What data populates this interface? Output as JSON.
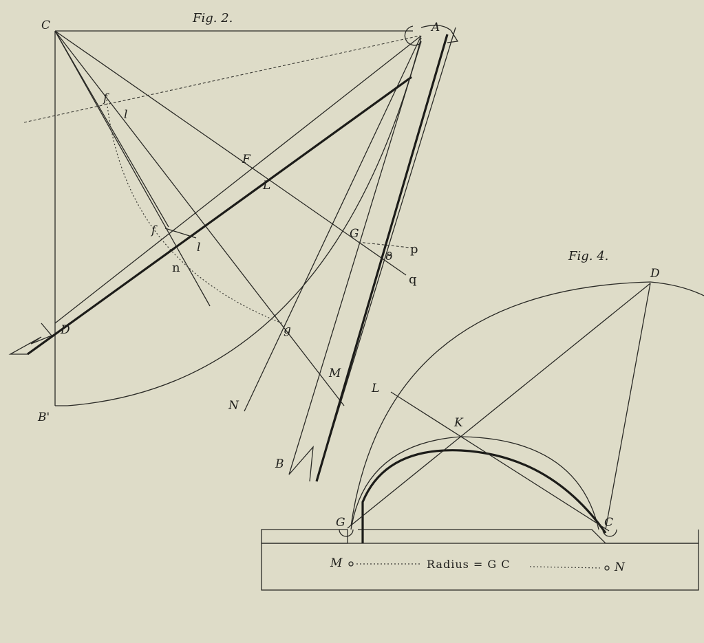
{
  "fig2": {
    "title": "Fig. 2.",
    "labels": {
      "C": "C",
      "A": "A",
      "D": "D",
      "B1": "B'",
      "B": "B",
      "F": "F",
      "L": "L",
      "G": "G",
      "M": "M",
      "N": "N",
      "f_top": "f",
      "f_mid": "f",
      "l_top": "l",
      "l_mid": "l",
      "n": "n",
      "g": "g",
      "o": "o",
      "p": "p",
      "q": "q"
    }
  },
  "fig4": {
    "title": "Fig. 4.",
    "labels": {
      "D": "D",
      "L": "L",
      "K": "K",
      "G": "G",
      "C": "C",
      "M": "M",
      "N": "N"
    },
    "radius_text": "Radius = G C"
  }
}
